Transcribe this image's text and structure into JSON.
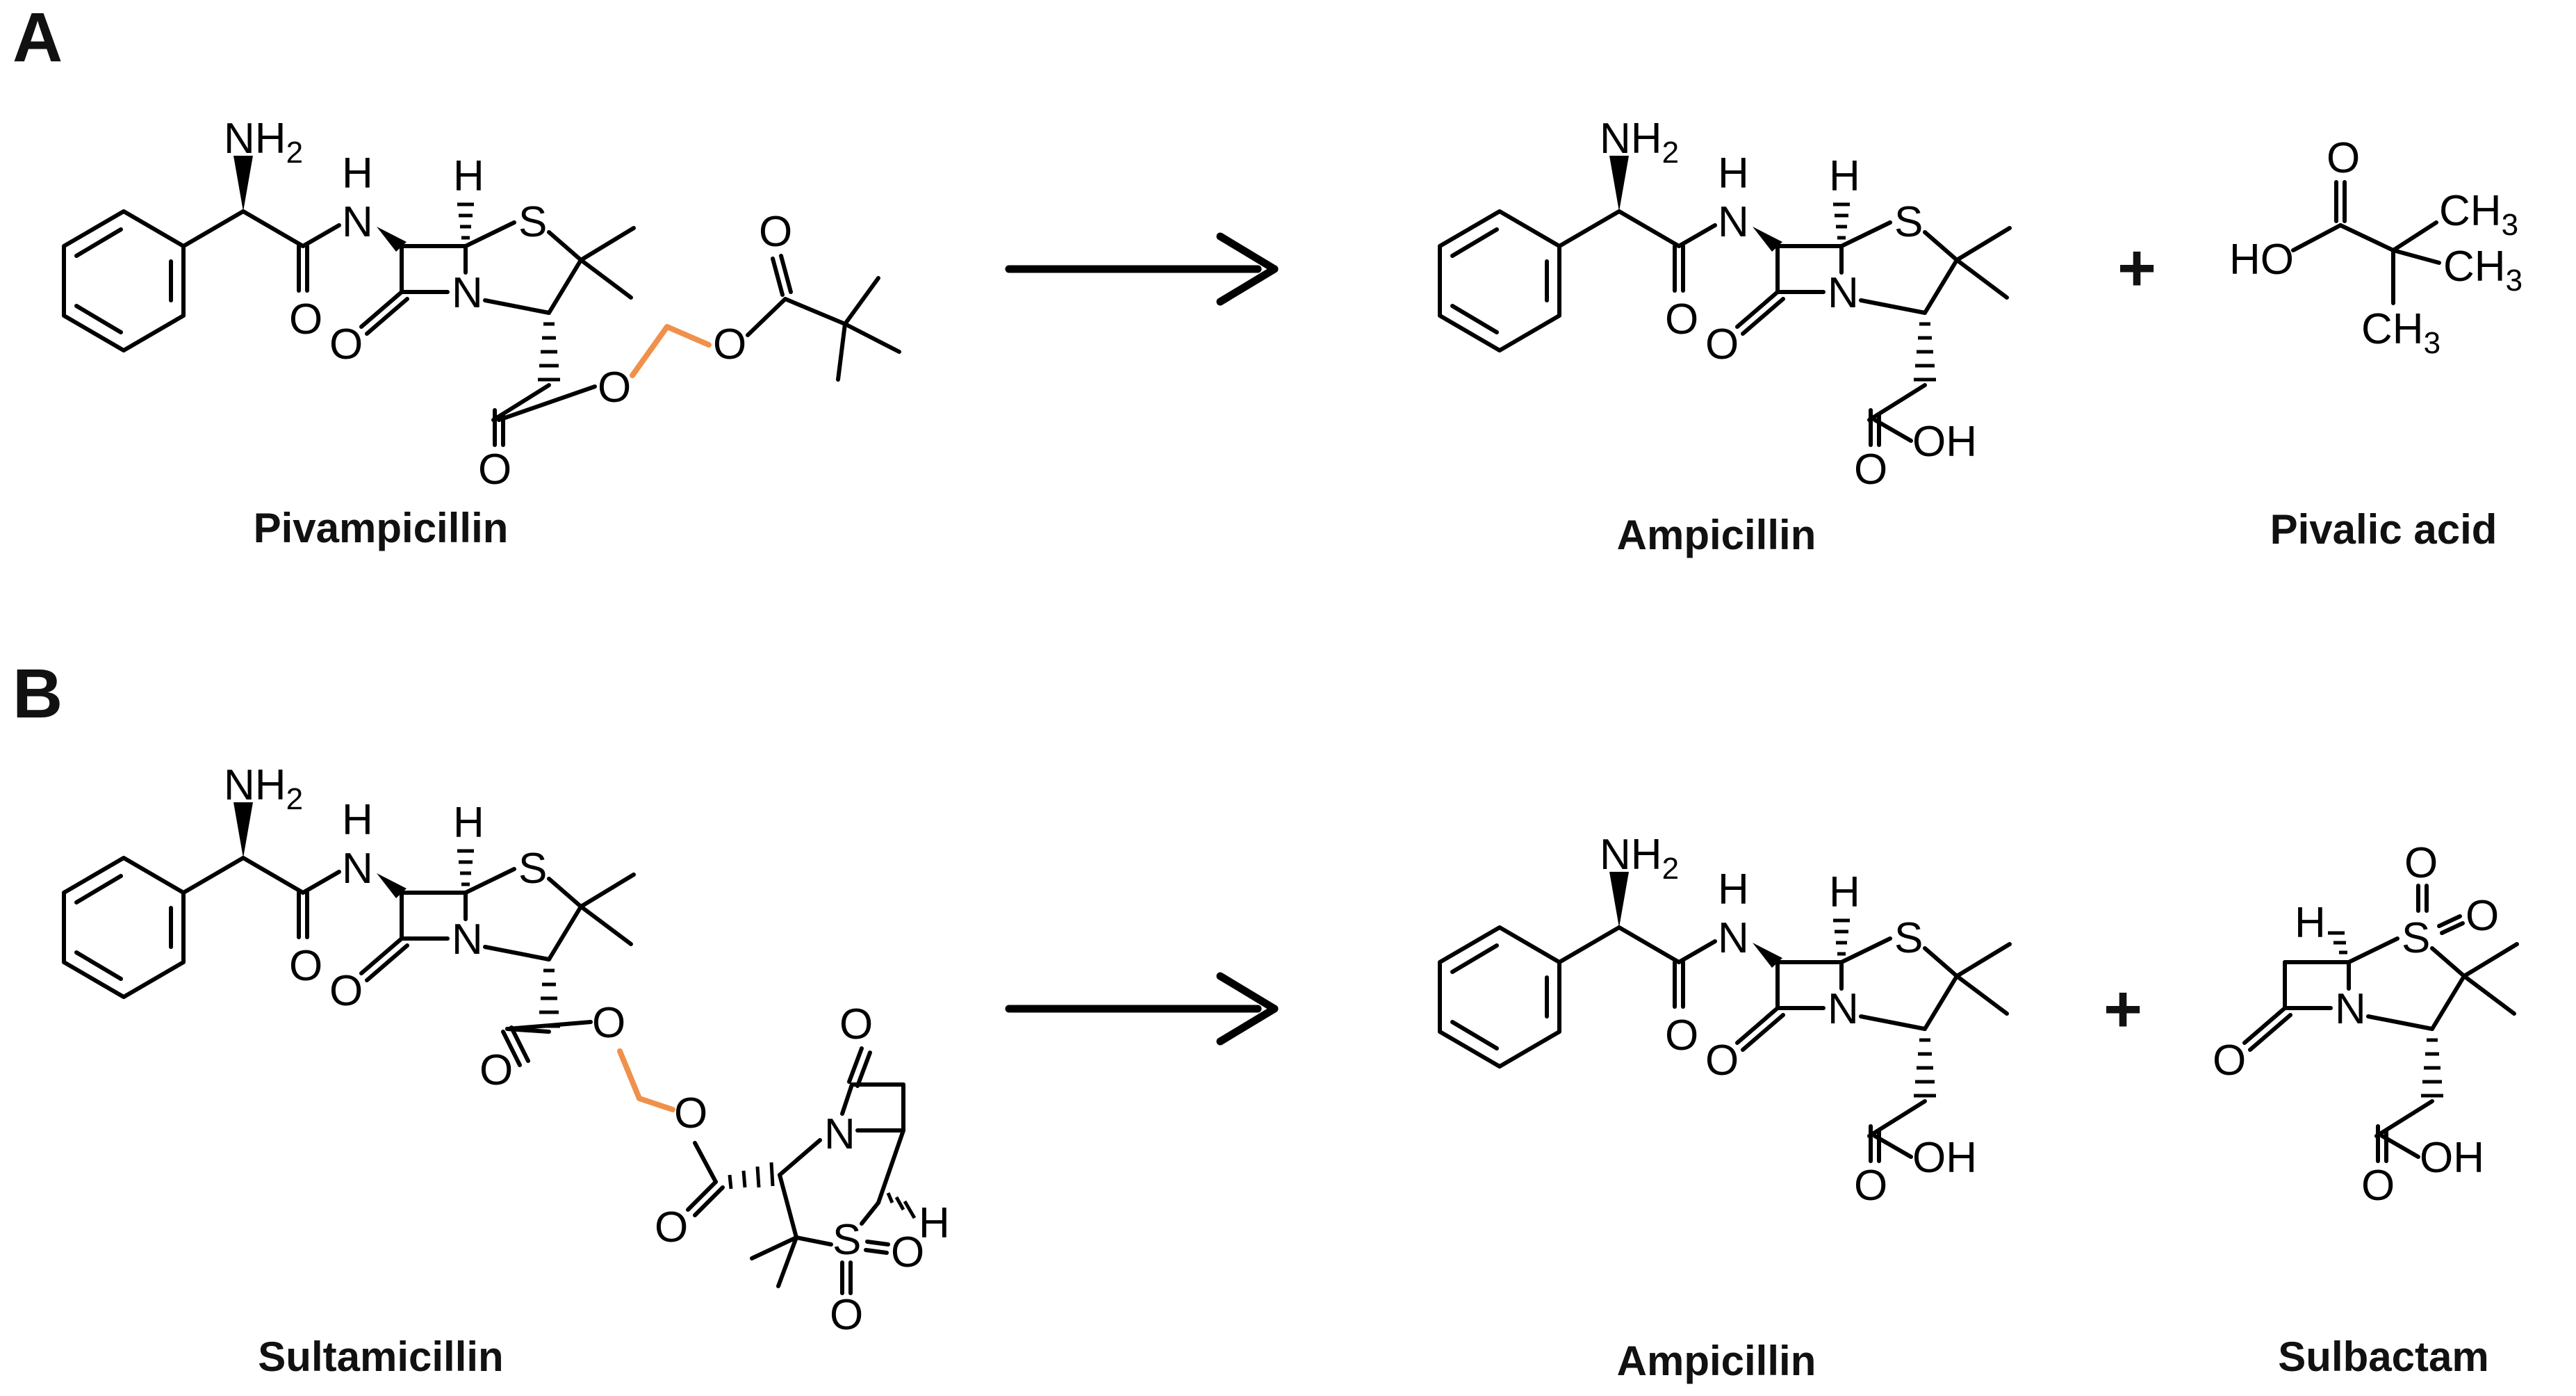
{
  "panels": {
    "a": {
      "label": "A",
      "reactant": "Pivampicillin",
      "product_1": "Ampicillin",
      "product_2": "Pivalic acid",
      "plus": "+"
    },
    "b": {
      "label": "B",
      "reactant": "Sultamicillin",
      "product_1": "Ampicillin",
      "product_2": "Sulbactam",
      "plus": "+"
    }
  },
  "atoms": {
    "nh2": "NH",
    "two": "2",
    "n": "N",
    "h": "H",
    "s": "S",
    "o": "O",
    "oh": "OH",
    "ho": "HO",
    "ch3": "CH",
    "three": "3"
  },
  "colors": {
    "bond": "#000000",
    "linker": "#f0904a"
  }
}
